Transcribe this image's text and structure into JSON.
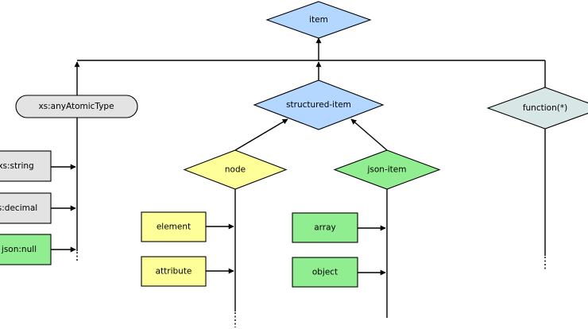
{
  "colors": {
    "blue": "#b3d7ff",
    "grey": "#e3e3e3",
    "green": "#90ee90",
    "yellow": "#ffff99",
    "slate": "#d9e6e6"
  },
  "nodes": {
    "item": "item",
    "structured_item": "structured-item",
    "function": "function(*)",
    "any_atomic_type": "xs:anyAtomicType",
    "string": "xs:string",
    "decimal": "s:decimal",
    "json_null": "json:null",
    "node": "node",
    "json_item": "json-item",
    "element": "element",
    "attribute": "attribute",
    "array": "array",
    "object": "object"
  }
}
